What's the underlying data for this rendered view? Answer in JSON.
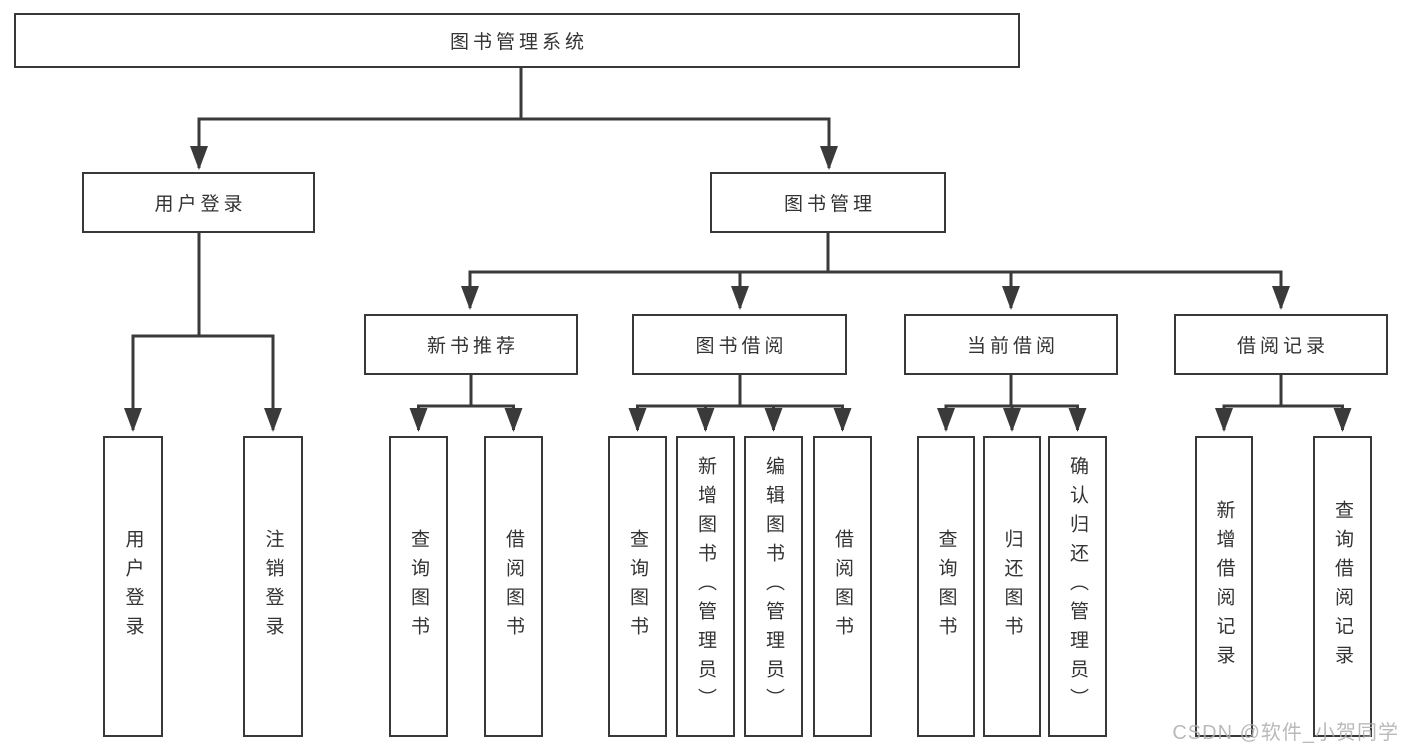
{
  "diagram": {
    "title": "图书管理系统",
    "root": {
      "label": "图书管理系统"
    },
    "level2": [
      {
        "label": "用户登录"
      },
      {
        "label": "图书管理"
      }
    ],
    "level3": [
      {
        "label": "新书推荐",
        "parent": "图书管理"
      },
      {
        "label": "图书借阅",
        "parent": "图书管理"
      },
      {
        "label": "当前借阅",
        "parent": "图书管理"
      },
      {
        "label": "借阅记录",
        "parent": "图书管理"
      }
    ],
    "leaves": [
      {
        "label": "用户登录",
        "parent": "用户登录"
      },
      {
        "label": "注销登录",
        "parent": "用户登录"
      },
      {
        "label": "查询图书",
        "parent": "新书推荐"
      },
      {
        "label": "借阅图书",
        "parent": "新书推荐"
      },
      {
        "label": "查询图书",
        "parent": "图书借阅"
      },
      {
        "label": "新增图书（管理员）",
        "parent": "图书借阅"
      },
      {
        "label": "编辑图书（管理员）",
        "parent": "图书借阅"
      },
      {
        "label": "借阅图书",
        "parent": "图书借阅"
      },
      {
        "label": "查询图书",
        "parent": "当前借阅"
      },
      {
        "label": "归还图书",
        "parent": "当前借阅"
      },
      {
        "label": "确认归还（管理员）",
        "parent": "当前借阅"
      },
      {
        "label": "新增借阅记录",
        "parent": "借阅记录"
      },
      {
        "label": "查询借阅记录",
        "parent": "借阅记录"
      }
    ],
    "colors": {
      "line": "#3a3a3a",
      "box_border": "#383838",
      "text": "#333333",
      "background": "#ffffff",
      "watermark": "#aeaeae"
    }
  },
  "watermark": {
    "text": "CSDN @软件_小贺同学"
  }
}
